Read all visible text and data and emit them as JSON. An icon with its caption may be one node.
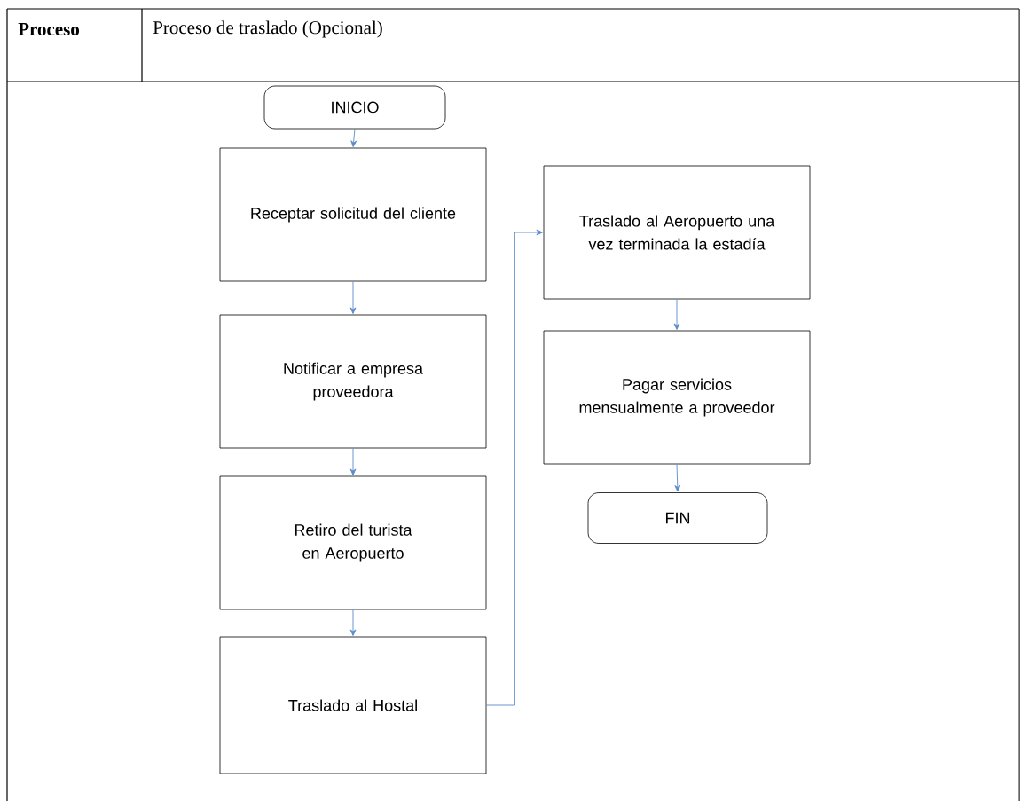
{
  "diagram": {
    "nodes": [
      {
        "text": [
          "INICIO"
        ]
      },
      {
        "text": [
          "Receptar solicitud del cliente"
        ]
      },
      {
        "text": [
          "Notificar a empresa proveedora"
        ]
      },
      {
        "text": [
          "Retiro del turista en Aeropuerto"
        ]
      },
      {
        "text": [
          "Traslado al Hostal"
        ]
      },
      {
        "text": [
          "Traslado al Aeropuerto una vez terminada la estadía"
        ]
      },
      {
        "text": [
          "Pagar servicios mensualmente a proveedor"
        ]
      },
      {
        "text": [
          "FIN"
        ]
      }
    ],
    "edges": [
      {
        "from": 0,
        "to": 1,
        "arrow": "to"
      },
      {
        "from": 1,
        "to": 2,
        "arrow": "to"
      },
      {
        "from": 2,
        "to": 3,
        "arrow": "to"
      },
      {
        "from": 3,
        "to": 4,
        "arrow": "to"
      },
      {
        "from": 4,
        "to": 5,
        "arrow": "to"
      },
      {
        "from": 5,
        "to": 6,
        "arrow": "to"
      },
      {
        "from": 6,
        "to": 7,
        "arrow": "to"
      }
    ],
    "labels": [
      "Proceso",
      "Proceso de traslado (Opcional)"
    ]
  }
}
